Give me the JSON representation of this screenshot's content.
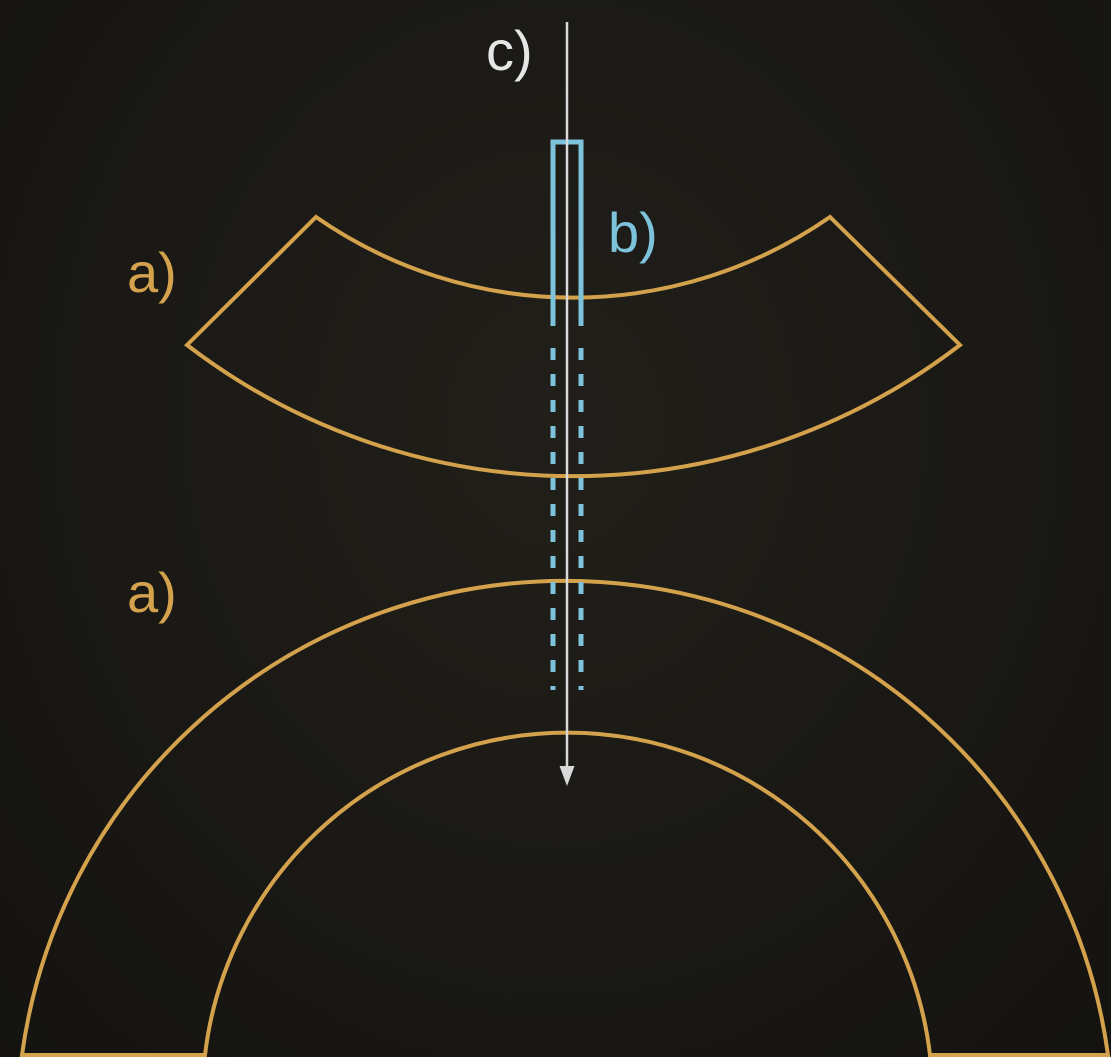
{
  "labels": {
    "upper_segment": "a)",
    "lower_segment": "a)",
    "strip": "b)",
    "axis": "c)"
  },
  "colors": {
    "background": "#1a1814",
    "segment_outline": "#d4a24c",
    "strip_outline": "#7ec3dc",
    "axis_line": "#d9d9d9"
  }
}
